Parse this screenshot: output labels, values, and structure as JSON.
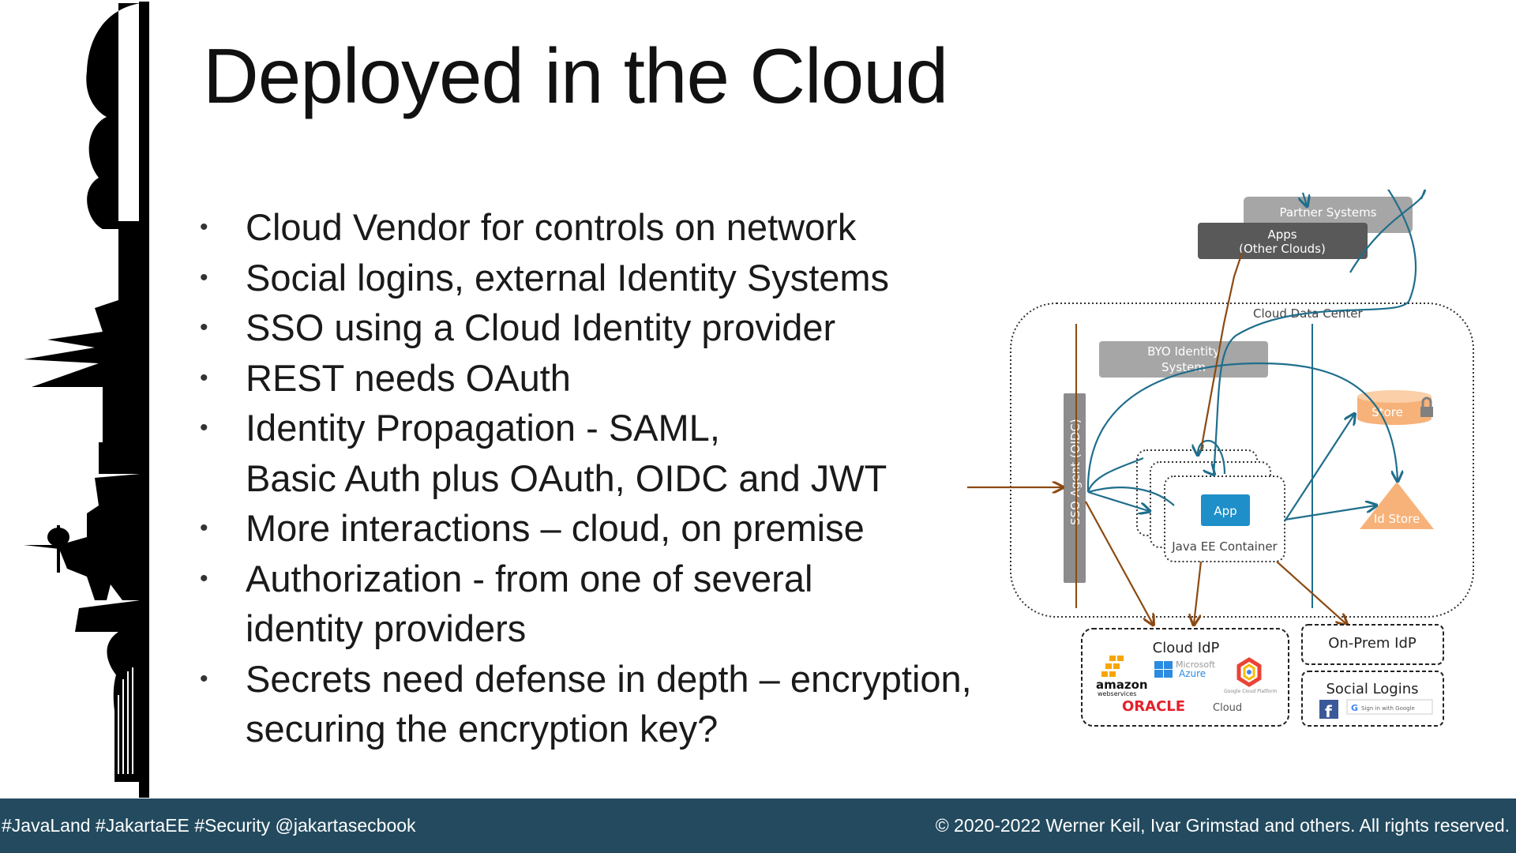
{
  "slide": {
    "title": "Deployed in the Cloud"
  },
  "bullets": [
    {
      "lines": [
        "Cloud Vendor for controls on network"
      ]
    },
    {
      "lines": [
        "Social logins, external Identity Systems"
      ]
    },
    {
      "lines": [
        "SSO using a Cloud Identity provider"
      ]
    },
    {
      "lines": [
        "REST needs OAuth"
      ]
    },
    {
      "lines": [
        "Identity Propagation - SAML,",
        "Basic Auth plus OAuth, OIDC and JWT"
      ]
    },
    {
      "lines": [
        "More interactions – cloud, on premise"
      ]
    },
    {
      "lines": [
        "Authorization - from one of several",
        "identity providers"
      ]
    },
    {
      "lines": [
        "Secrets need defense in depth – encryption,",
        "securing the encryption key?"
      ]
    }
  ],
  "bullet_glyph": "•",
  "diagram": {
    "partner_systems": "Partner Systems",
    "apps_line1": "Apps",
    "apps_line2": "(Other Clouds)",
    "cloud_data_center": "Cloud Data Center",
    "byo_line1": "BYO Identity",
    "byo_line2": "System",
    "sso_agent": "SSO Agent    (OIDC)",
    "store": "Store",
    "app": "App",
    "java_ee_container": "Java EE Container",
    "id_store": "Id Store",
    "cloud_idp": "Cloud IdP",
    "amazon": "amazon",
    "amazon_sub": "webservices",
    "microsoft": "Microsoft",
    "azure": "Azure",
    "google_cloud": "Google Cloud Platform",
    "oracle": "ORACLE",
    "oracle_cloud": "Cloud",
    "onprem_idp": "On-Prem IdP",
    "social_logins": "Social Logins",
    "facebook_glyph": "f",
    "google_glyph": "G",
    "google_signin": "Sign in with Google",
    "colors": {
      "teal_arrow": "#1f6e8c",
      "brown_arrow": "#8b4a12",
      "store_orange": "#f7b27a",
      "app_blue": "#1e8fc8"
    }
  },
  "footer": {
    "left": "#JavaLand #JakartaEE #Security @jakartasecbook",
    "right": "© 2020-2022 Werner Keil, Ivar Grimstad and others. All rights reserved."
  },
  "colors": {
    "footer_bg": "#234a5e",
    "skyline": "#000000"
  }
}
